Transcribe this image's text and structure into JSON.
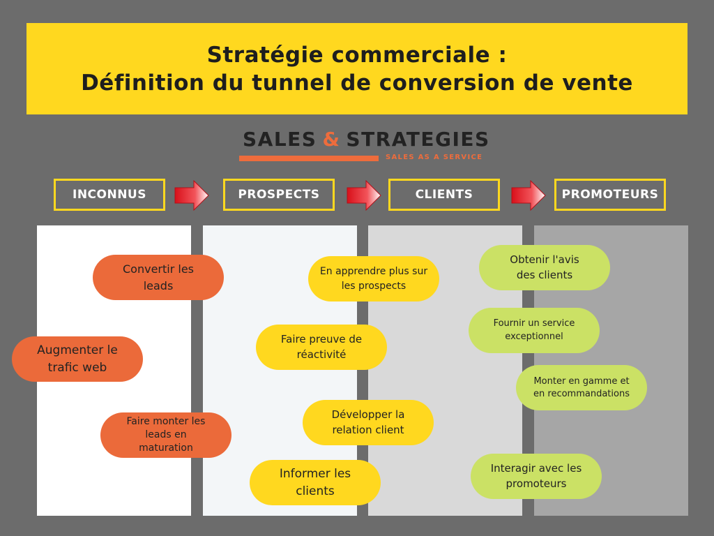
{
  "title": {
    "line1": "Stratégie commerciale :",
    "line2": "Définition du tunnel de conversion de vente"
  },
  "logo": {
    "word1": "SALES",
    "amp": "&",
    "word2": "STRATEGIES",
    "tagline": "SALES AS A SERVICE"
  },
  "stages": [
    "INCONNUS",
    "PROSPECTS",
    "CLIENTS",
    "PROMOTEURS"
  ],
  "actions": {
    "orange": [
      "Convertir les leads",
      "Augmenter  le trafic web",
      "Faire monter  les leads en maturation"
    ],
    "yellow": [
      "En apprendre plus sur les prospects",
      "Faire preuve de réactivité",
      "Développer la relation client",
      "Informer les clients"
    ],
    "green": [
      "Obtenir l'avis des clients",
      "Fournir un service exceptionnel",
      "Monter en gamme et en recommandations",
      "Interagir avec les promoteurs"
    ]
  },
  "colors": {
    "title_bg": "#ffd81f",
    "orange": "#eb6a3a",
    "yellow": "#ffd81f",
    "green": "#cbe165",
    "arrow": "#e0141a",
    "col1": "#ffffff",
    "col2": "#f3f6f8",
    "col3": "#d9d9d9",
    "col4": "#a6a6a6"
  }
}
